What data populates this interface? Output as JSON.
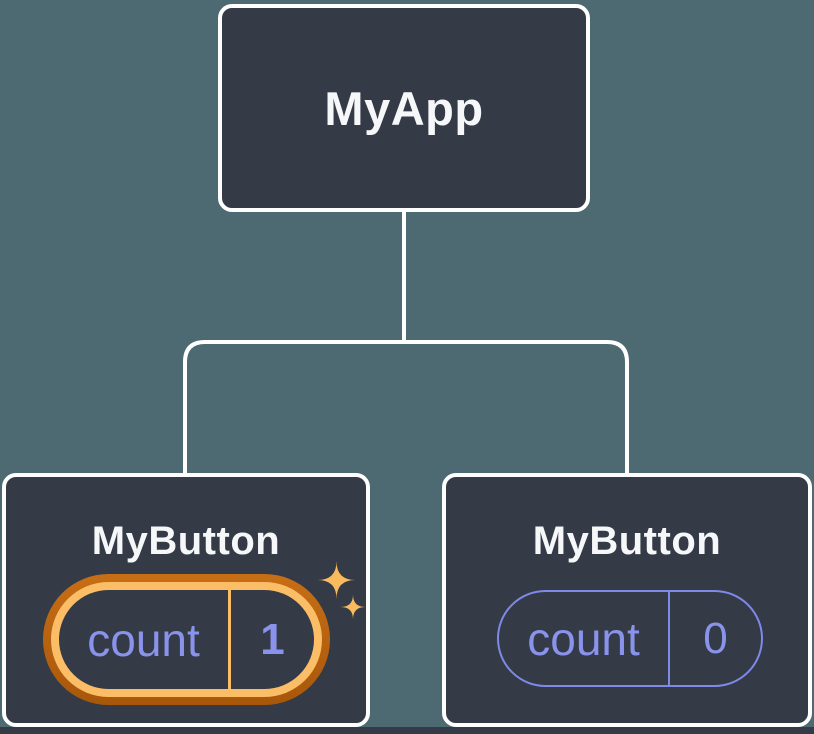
{
  "diagram": {
    "root": {
      "label": "MyApp"
    },
    "children": [
      {
        "label": "MyButton",
        "state": {
          "key": "count",
          "value": "1"
        },
        "highlighted": true
      },
      {
        "label": "MyButton",
        "state": {
          "key": "count",
          "value": "0"
        },
        "highlighted": false
      }
    ],
    "icons": [
      {
        "name": "sparkles-icon"
      }
    ],
    "colors": {
      "background": "#4d6971",
      "node_fill": "#343a46",
      "node_border": "#ffffff",
      "connector": "#ffffff",
      "label_text": "#f6f7f9",
      "state_text": "#8a93ec",
      "state_ring": "#7e89e8",
      "highlight_outer": "#c76e16",
      "highlight_outer_dark": "#a8570a",
      "highlight_inner": "#fbbe67",
      "sparkle": "#f9bb5e"
    }
  }
}
